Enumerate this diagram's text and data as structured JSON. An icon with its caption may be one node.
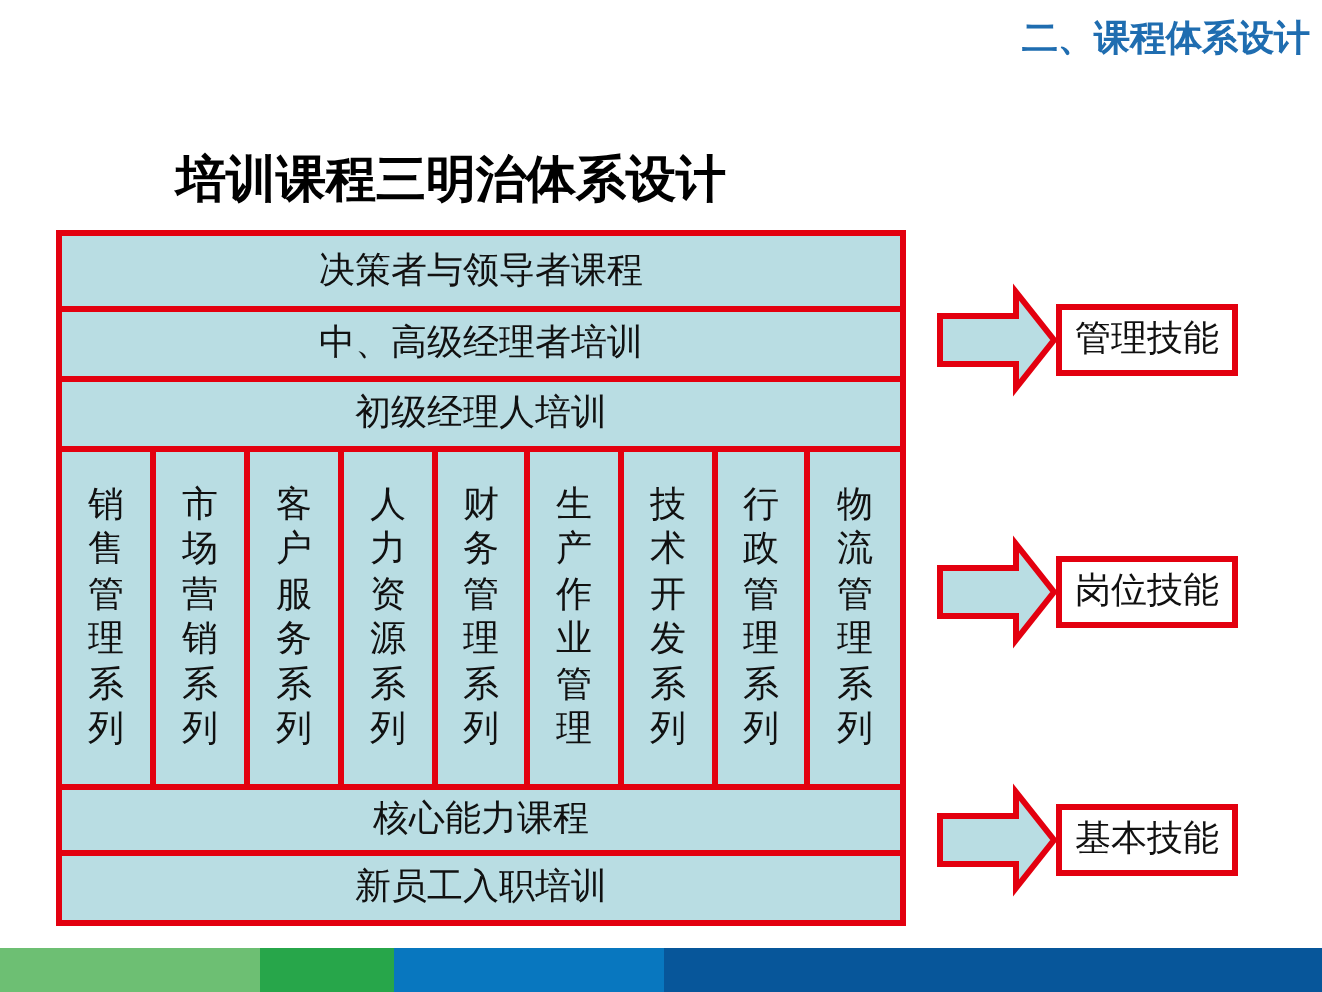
{
  "diagram": {
    "title": "培训课程三明治体系设计",
    "nodes": [
      {
        "text": [
          "决策者与领导者课程"
        ]
      },
      {
        "text": [
          "中、高级经理者培训"
        ]
      },
      {
        "text": [
          "初级经理人培训"
        ]
      },
      {
        "text": [
          "销售管理系列"
        ]
      },
      {
        "text": [
          "市场营销系列"
        ]
      },
      {
        "text": [
          "客户服务系列"
        ]
      },
      {
        "text": [
          "人力资源系列"
        ]
      },
      {
        "text": [
          "财务管理系列"
        ]
      },
      {
        "text": [
          "生产作业管理"
        ]
      },
      {
        "text": [
          "技术开发系列"
        ]
      },
      {
        "text": [
          "行政管理系列"
        ]
      },
      {
        "text": [
          "物流管理系列"
        ]
      },
      {
        "text": [
          "核心能力课程"
        ]
      },
      {
        "text": [
          "新员工入职培训"
        ]
      },
      {
        "text": [
          "管理技能"
        ]
      },
      {
        "text": [
          "岗位技能"
        ]
      },
      {
        "text": [
          "基本技能"
        ]
      }
    ],
    "edges": [
      {
        "from": null,
        "to": 14,
        "arrow": "to"
      },
      {
        "from": null,
        "to": 15,
        "arrow": "to"
      },
      {
        "from": null,
        "to": 16,
        "arrow": "to"
      }
    ],
    "labels": [
      "二、课程体系设计"
    ]
  }
}
